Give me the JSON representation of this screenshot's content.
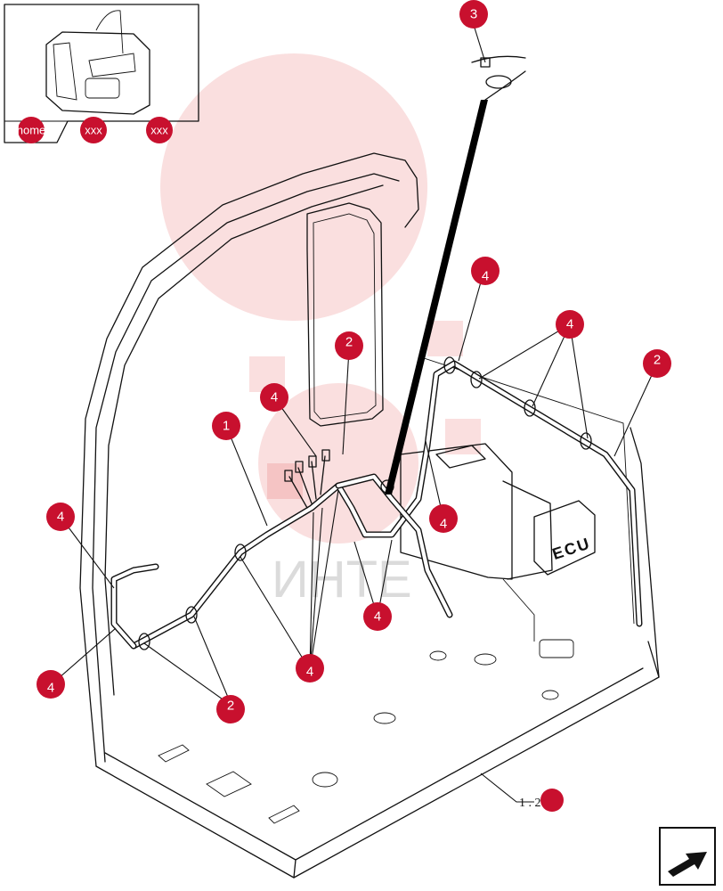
{
  "nav": {
    "home_label": "home",
    "link1_label": "xxx",
    "link2_label": "xxx"
  },
  "callouts": [
    "1",
    "2",
    "3",
    "4"
  ],
  "ecu_label": "ECU",
  "reference_label": "1 . 270 0",
  "watermark_text": "ИНТЕ",
  "colors": {
    "callout": "#c8102e",
    "watermark": "#e23b3b"
  },
  "next_icon": "arrow-next-icon"
}
